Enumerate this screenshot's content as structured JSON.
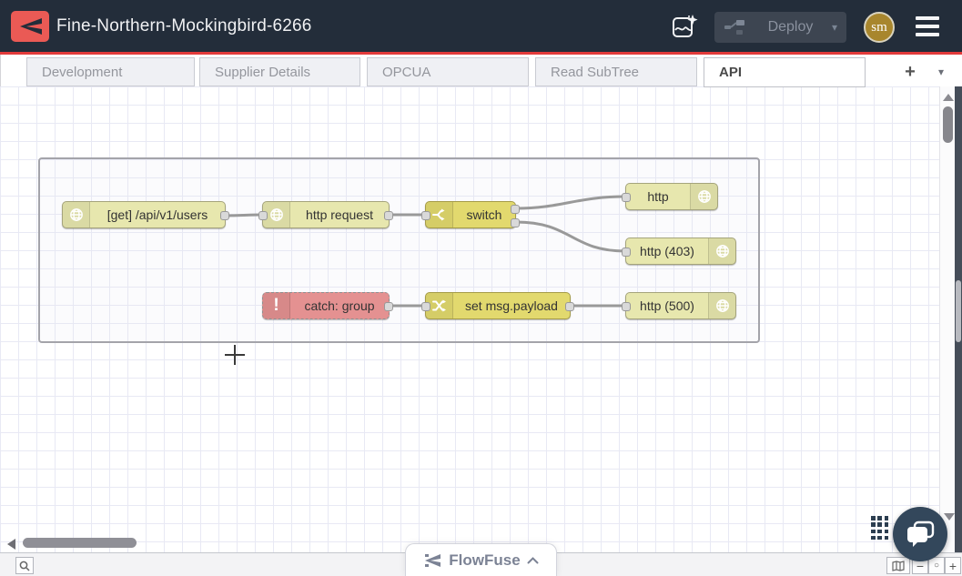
{
  "header": {
    "title": "Fine-Northern-Mockingbird-6266",
    "deploy": {
      "label": "Deploy",
      "caret": "▾"
    },
    "avatar": {
      "initials": "sm"
    }
  },
  "tabs": {
    "items": [
      {
        "label": "Development",
        "active": false
      },
      {
        "label": "Supplier Details",
        "active": false
      },
      {
        "label": "OPCUA",
        "active": false
      },
      {
        "label": "Read SubTree",
        "active": false
      },
      {
        "label": "API",
        "active": true
      }
    ],
    "add_button": "+",
    "menu_caret": "▾"
  },
  "flow": {
    "nodes": [
      {
        "label": "[get] /api/v1/users",
        "type": "http-in"
      },
      {
        "label": "http request",
        "type": "http-request"
      },
      {
        "label": "switch",
        "type": "switch"
      },
      {
        "label": "http",
        "type": "http-response"
      },
      {
        "label": "http (403)",
        "type": "http-response"
      },
      {
        "label": "catch: group",
        "type": "catch"
      },
      {
        "label": "set msg.payload",
        "type": "change"
      },
      {
        "label": "http (500)",
        "type": "http-response"
      }
    ]
  },
  "flowfuse_badge": {
    "label": "FlowFuse"
  },
  "zoom_controls": {
    "zoom_out": "−",
    "zoom_reset": "○",
    "zoom_in": "+"
  },
  "colors": {
    "header_bg": "#232d3a",
    "accent_red": "#e23b3b",
    "logo_red": "#ea5a55",
    "avatar_bg": "#a8862d",
    "node_pale": "#e7e7ae",
    "node_mustard": "#e2d96e",
    "node_catch": "#e49191",
    "wire": "#999999",
    "chat_bg": "#33475b"
  }
}
